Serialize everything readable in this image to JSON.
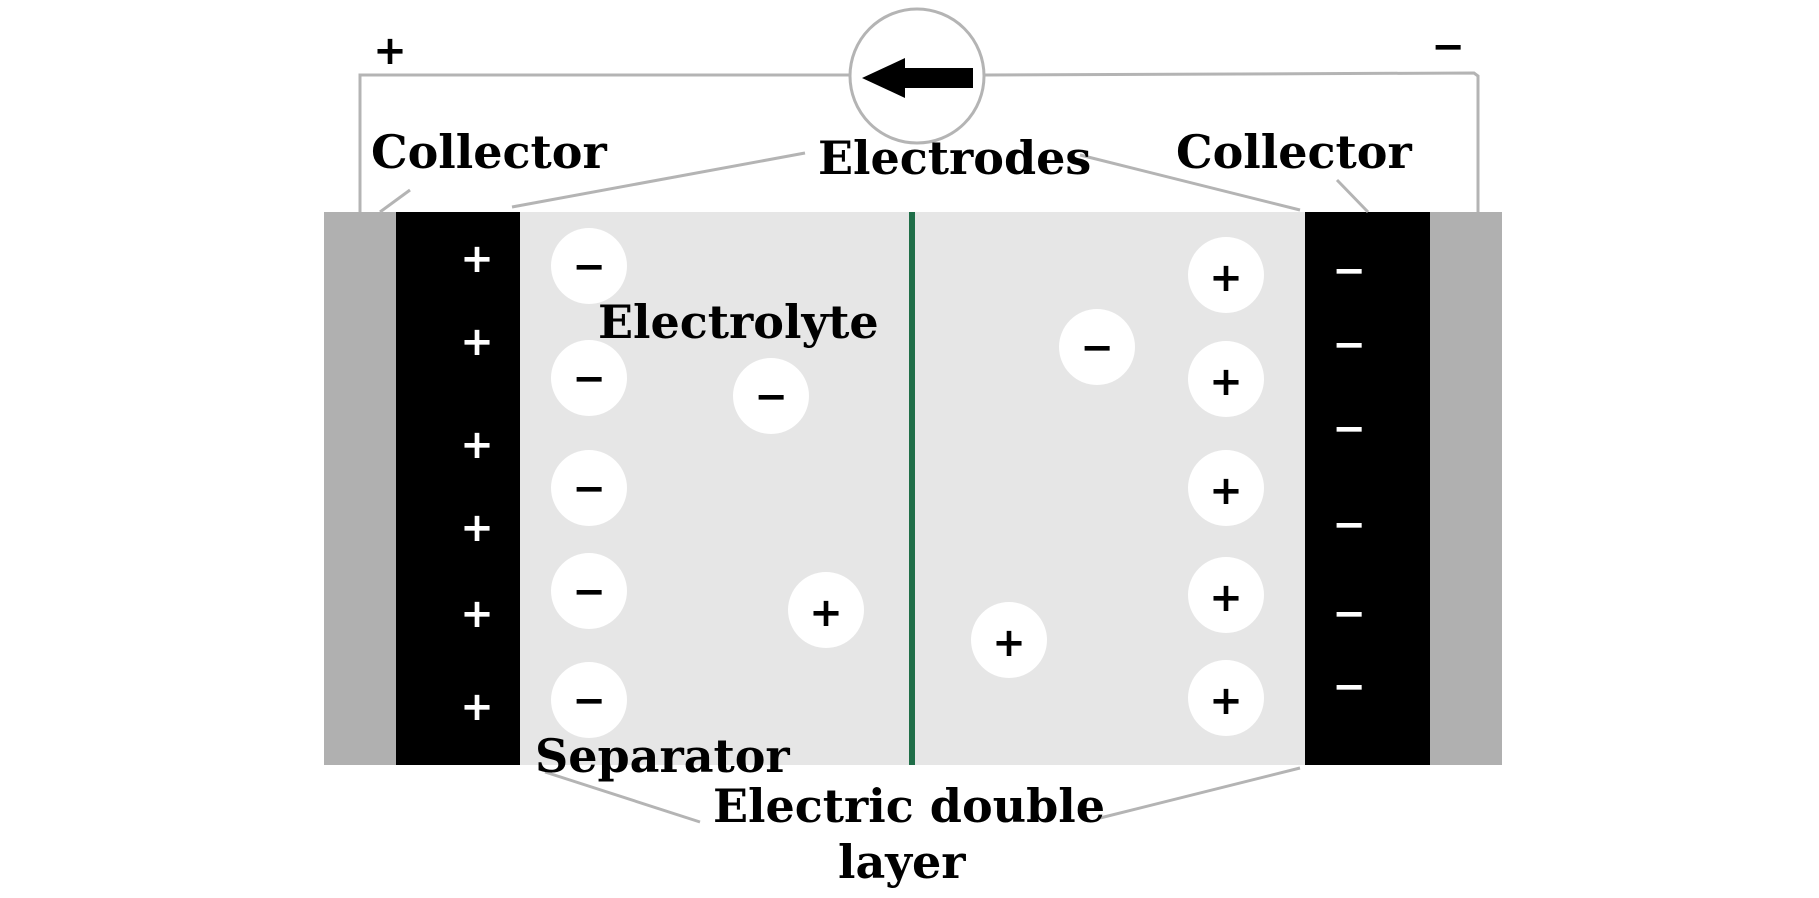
{
  "terminals": {
    "positive": "+",
    "negative": "−"
  },
  "labels": {
    "collector_left": "Collector",
    "collector_right": "Collector",
    "electrodes": "Electrodes",
    "electrolyte": "Electrolyte",
    "separator": "Separator",
    "double_layer_line1": "Electric double",
    "double_layer_line2": "layer"
  },
  "electrode_charges": {
    "left": [
      "+",
      "+",
      "+",
      "+",
      "+",
      "+"
    ],
    "right": [
      "−",
      "−",
      "−",
      "−",
      "−",
      "−"
    ]
  },
  "ions": {
    "left_layer": [
      "−",
      "−",
      "−",
      "−",
      "−"
    ],
    "left_free": [
      "−",
      "+"
    ],
    "right_layer": [
      "+",
      "+",
      "+",
      "+",
      "+"
    ],
    "right_free": [
      "−",
      "+"
    ]
  },
  "colors": {
    "collector": "#b0b0b0",
    "electrode": "#000000",
    "electrolyte": "#e6e6e6",
    "separator": "#1f6e48",
    "ion": "#ffffff",
    "wire": "#b4b4b4"
  }
}
